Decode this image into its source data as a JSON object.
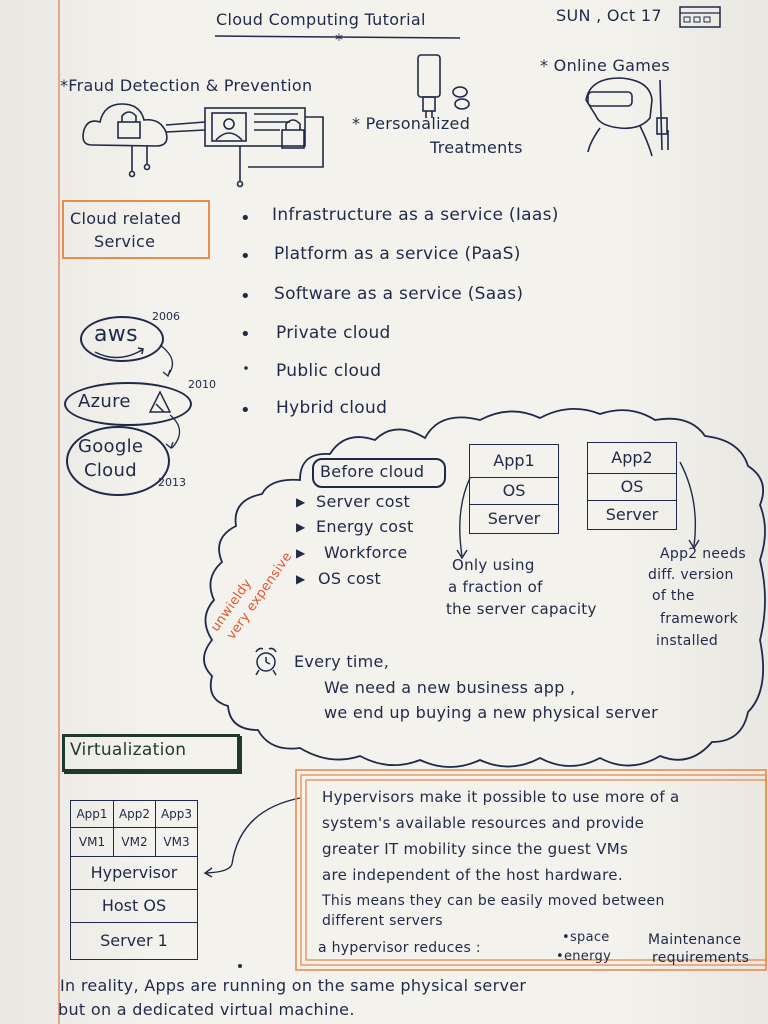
{
  "header": {
    "title": "Cloud Computing Tutorial",
    "date": "SUN , Oct 17"
  },
  "use_cases": {
    "fraud": "*Fraud Detection & Prevention",
    "personalized_line1": "* Personalized",
    "personalized_line2": "Treatments",
    "games": "* Online Games"
  },
  "cloud_services": {
    "label_line1": "Cloud related",
    "label_line2": "Service",
    "items": [
      "Infrastructure as a service (Iaas)",
      "Platform as a service   (PaaS)",
      "Software as a service (Saas)",
      "Private cloud",
      "Public cloud",
      "Hybrid cloud"
    ]
  },
  "providers": {
    "aws": "aws",
    "aws_year": "2006",
    "azure": "Azure",
    "azure_year": "2010",
    "google_line1": "Google",
    "google_line2": "Cloud",
    "google_year": "2013"
  },
  "before_cloud": {
    "title": "Before cloud",
    "costs": [
      "Server cost",
      "Energy cost",
      "Workforce",
      "OS cost"
    ],
    "side_note_line1": "unwieldy",
    "side_note_line2": "very expensive",
    "app1": [
      "App1",
      "OS",
      "Server"
    ],
    "app2": [
      "App2",
      "OS",
      "Server"
    ],
    "fraction_line1": "Only using",
    "fraction_line2": "a fraction of",
    "fraction_line3": "the server capacity",
    "app2_note_line1": "App2 needs",
    "app2_note_line2": "diff. version",
    "app2_note_line3": "of the",
    "app2_note_line4": "framework",
    "app2_note_line5": "installed",
    "everytime_line1": "Every time,",
    "everytime_line2": "We need a new business app ,",
    "everytime_line3": "we end up buying a new physical server"
  },
  "virtualization": {
    "title": "Virtualization",
    "apps": [
      "App1",
      "App2",
      "App3"
    ],
    "vms": [
      "VM1",
      "VM2",
      "VM3"
    ],
    "hypervisor": "Hypervisor",
    "host_os": "Host OS",
    "server": "Server 1",
    "note_lines": [
      "Hypervisors make it possible to use more of a",
      "system's available resources and provide",
      "greater IT mobility since the guest VMs",
      "are independent  of the host hardware.",
      "This means they can be easily moved between",
      "different servers"
    ],
    "reduces_label": "a hypervisor reduces :",
    "reduces_items": [
      "•space",
      "•energy"
    ],
    "reduces_tail_line1": "Maintenance",
    "reduces_tail_line2": "requirements"
  },
  "footer": {
    "line1": "In reality, Apps are running on the same physical server",
    "line2": "but on a dedicated virtual machine."
  }
}
